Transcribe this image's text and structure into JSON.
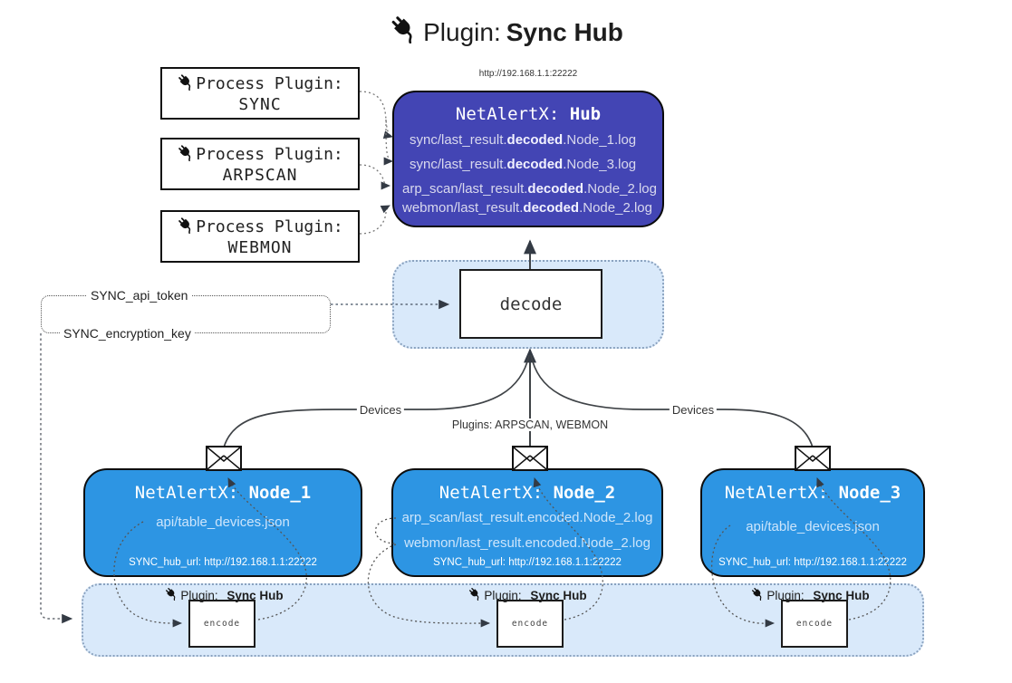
{
  "title": {
    "label": "Plugin:",
    "name": "Sync Hub"
  },
  "hub": {
    "url": "http://192.168.1.1:22222",
    "title_label": "NetAlertX:",
    "title_name": "Hub",
    "logs": [
      {
        "pre": "sync/last_result.",
        "bold": "decoded",
        "post": ".Node_1.log"
      },
      {
        "pre": "sync/last_result.",
        "bold": "decoded",
        "post": ".Node_3.log"
      },
      {
        "pre": "arp_scan/last_result.",
        "bold": "decoded",
        "post": ".Node_2.log"
      },
      {
        "pre": "webmon/last_result.",
        "bold": "decoded",
        "post": ".Node_2.log"
      }
    ]
  },
  "process_plugins": [
    {
      "label": "Process Plugin:",
      "name": "SYNC"
    },
    {
      "label": "Process Plugin:",
      "name": "ARPSCAN"
    },
    {
      "label": "Process Plugin:",
      "name": "WEBMON"
    }
  ],
  "decode_label": "decode",
  "config": {
    "api_token": "SYNC_api_token",
    "encryption_key": "SYNC_encryption_key"
  },
  "edge_labels": {
    "devices_left": "Devices",
    "devices_right": "Devices",
    "plugins": "Plugins: ARPSCAN, WEBMON"
  },
  "nodes": [
    {
      "title_label": "NetAlertX:",
      "title_name": "Node_1",
      "files": [
        "api/table_devices.json"
      ],
      "hub_url": "SYNC_hub_url: http://192.168.1.1:22222"
    },
    {
      "title_label": "NetAlertX:",
      "title_name": "Node_2",
      "files": [
        "arp_scan/last_result.encoded.Node_2.log",
        "webmon/last_result.encoded.Node_2.log"
      ],
      "hub_url": "SYNC_hub_url: http://192.168.1.1:22222"
    },
    {
      "title_label": "NetAlertX:",
      "title_name": "Node_3",
      "files": [
        "api/table_devices.json"
      ],
      "hub_url": "SYNC_hub_url: http://192.168.1.1:22222"
    }
  ],
  "encoders": [
    {
      "plugin_label": "Plugin:",
      "plugin_name": "Sync Hub",
      "label": "encode"
    },
    {
      "plugin_label": "Plugin:",
      "plugin_name": "Sync Hub",
      "label": "encode"
    },
    {
      "plugin_label": "Plugin:",
      "plugin_name": "Sync Hub",
      "label": "encode"
    }
  ],
  "icons": {
    "plug": "plug-icon",
    "envelope": "envelope-icon"
  },
  "colors": {
    "hub_fill": "#4345b4",
    "node_fill": "#2d95e3",
    "container_fill": "#d9e9fa",
    "container_border": "#8aa2bf",
    "line": "#3f4347",
    "arrow": "#333a44",
    "hub_text": "#d9d9ee",
    "node_text": "#cde5fb"
  }
}
